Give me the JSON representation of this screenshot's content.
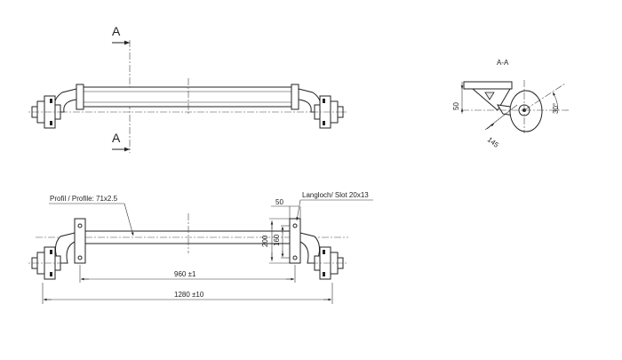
{
  "section": {
    "letter_top": "A",
    "letter_bottom": "A",
    "title": "A-A"
  },
  "section_view": {
    "dim_height": "50",
    "dim_length": "145",
    "dim_angle": "30°"
  },
  "front_view": {
    "profile_label": "Profil / Profile: 71x2.5",
    "slot_label": "Langloch/ Slot 20x13",
    "dim_slot_offset": "50",
    "dim_200": "200",
    "dim_160": "160",
    "dim_inner": "960 ±1",
    "dim_overall": "1280 ±10"
  }
}
